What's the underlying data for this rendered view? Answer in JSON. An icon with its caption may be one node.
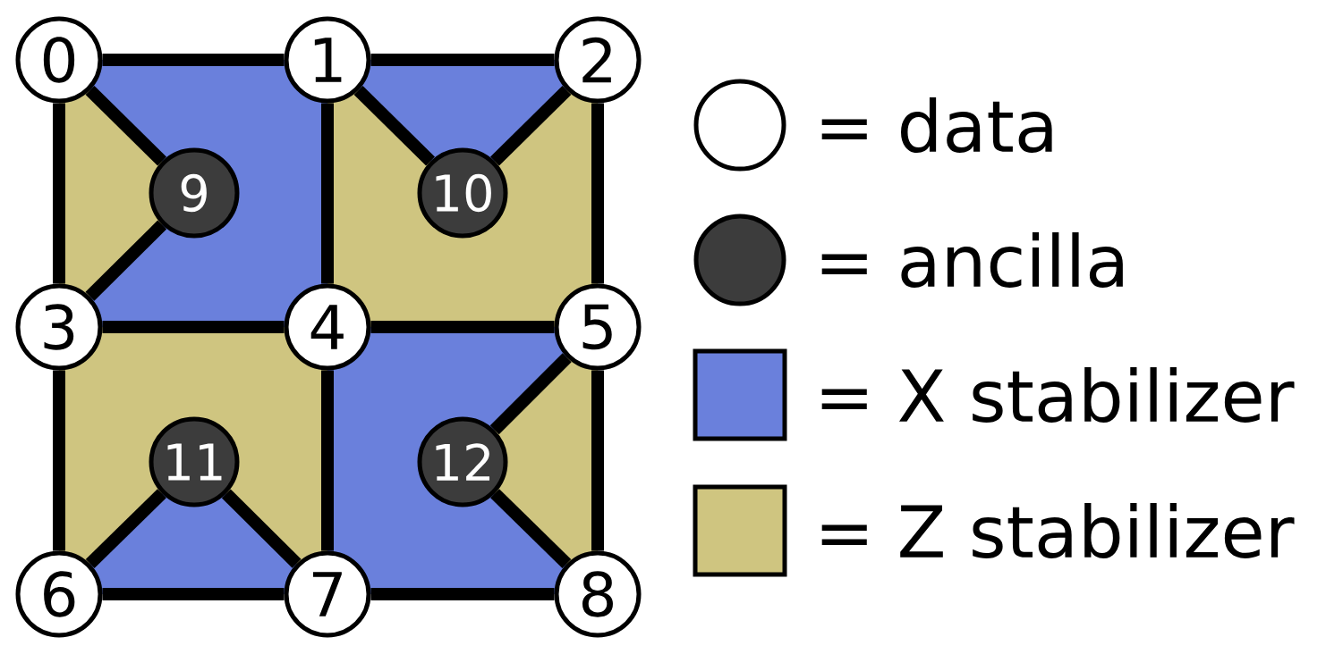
{
  "diagram": {
    "nodes": [
      {
        "text": [
          "0"
        ]
      },
      {
        "text": [
          "1"
        ]
      },
      {
        "text": [
          "2"
        ]
      },
      {
        "text": [
          "3"
        ]
      },
      {
        "text": [
          "4"
        ]
      },
      {
        "text": [
          "5"
        ]
      },
      {
        "text": [
          "6"
        ]
      },
      {
        "text": [
          "7"
        ]
      },
      {
        "text": [
          "8"
        ]
      },
      {
        "text": [
          "9"
        ]
      },
      {
        "text": [
          "10"
        ]
      },
      {
        "text": [
          "11"
        ]
      },
      {
        "text": [
          "12"
        ]
      }
    ],
    "edges": [
      {
        "from": 0,
        "to": 1,
        "arrow": "none"
      },
      {
        "from": 1,
        "to": 2,
        "arrow": "none"
      },
      {
        "from": 0,
        "to": 3,
        "arrow": "none"
      },
      {
        "from": 1,
        "to": 4,
        "arrow": "none"
      },
      {
        "from": 2,
        "to": 5,
        "arrow": "none"
      },
      {
        "from": 3,
        "to": 4,
        "arrow": "none"
      },
      {
        "from": 4,
        "to": 5,
        "arrow": "none"
      },
      {
        "from": 3,
        "to": 6,
        "arrow": "none"
      },
      {
        "from": 4,
        "to": 7,
        "arrow": "none"
      },
      {
        "from": 5,
        "to": 8,
        "arrow": "none"
      },
      {
        "from": 6,
        "to": 7,
        "arrow": "none"
      },
      {
        "from": 7,
        "to": 8,
        "arrow": "none"
      },
      {
        "from": 9,
        "to": 0,
        "arrow": "none"
      },
      {
        "from": 9,
        "to": 3,
        "arrow": "none"
      },
      {
        "from": 10,
        "to": 1,
        "arrow": "none"
      },
      {
        "from": 10,
        "to": 2,
        "arrow": "none"
      },
      {
        "from": 11,
        "to": 6,
        "arrow": "none"
      },
      {
        "from": 11,
        "to": 7,
        "arrow": "none"
      },
      {
        "from": 12,
        "to": 5,
        "arrow": "none"
      },
      {
        "from": 12,
        "to": 8,
        "arrow": "none"
      }
    ],
    "legend": [
      {
        "text": "= data"
      },
      {
        "text": "= ancilla"
      },
      {
        "text": "= X stabilizer",
        "color": "#6a80dc"
      },
      {
        "text": "= Z stabilizer",
        "color": "#cfc580"
      }
    ]
  }
}
